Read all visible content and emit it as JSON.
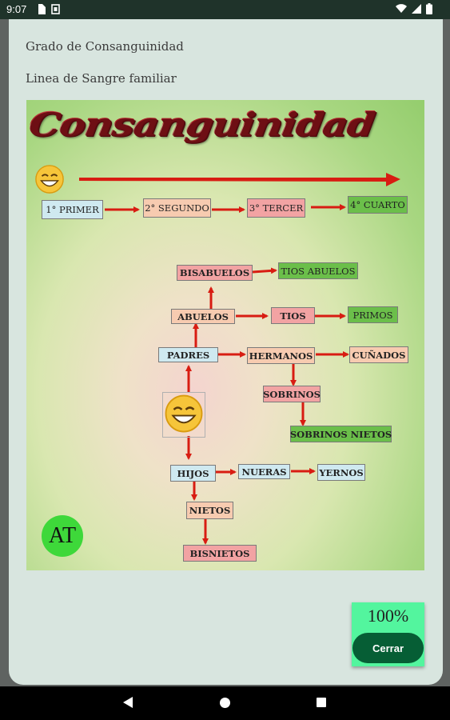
{
  "status_bar": {
    "time": "9:07"
  },
  "dialog": {
    "title": "Grado de Consanguinidad",
    "subtitle": "Linea de Sangre familiar"
  },
  "diagram": {
    "banner": "Consanguinidad",
    "degrees": [
      "1° PRIMER",
      "2° SEGUNDO",
      "3° TERCER",
      "4° CUARTO"
    ],
    "nodes": {
      "bisabuelos": "BISABUELOS",
      "tios_abuelos": "TIOS ABUELOS",
      "abuelos": "ABUELOS",
      "tios": "TIOS",
      "primos": "PRIMOS",
      "padres": "PADRES",
      "hermanos": "HERMANOS",
      "cunados": "CUÑADOS",
      "sobrinos": "SOBRINOS",
      "sobrinos_nietos": "SOBRINOS NIETOS",
      "hijos": "HIJOS",
      "nueras": "NUERAS",
      "yernos": "YERNOS",
      "nietos": "NIETOS",
      "bisnietos": "BISNIETOS"
    },
    "badge": "AT",
    "colors": {
      "arrow": "#d81c12",
      "blue": "#cfe9f0",
      "peach": "#f7cbb0",
      "pink": "#f2a3a3",
      "green": "#6bbf4a"
    }
  },
  "progress": {
    "text": "100%"
  },
  "close_label": "Cerrar"
}
